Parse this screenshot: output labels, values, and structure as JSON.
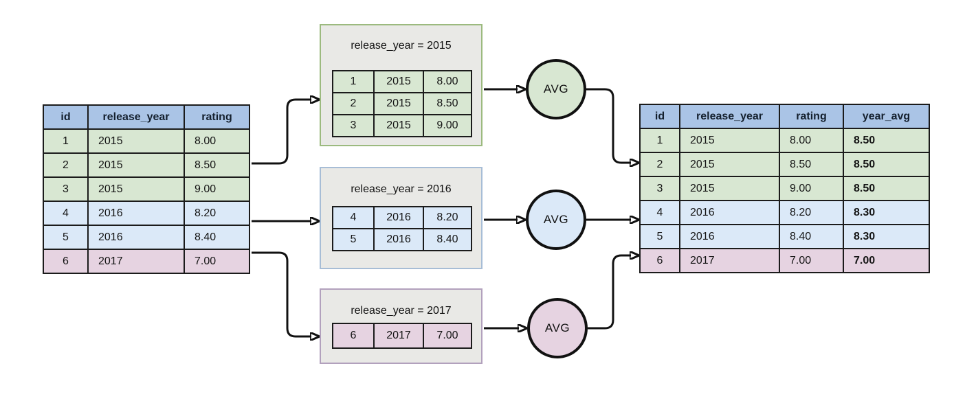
{
  "source_table": {
    "headers": [
      "id",
      "release_year",
      "rating"
    ],
    "rows": [
      [
        "1",
        "2015",
        "8.00"
      ],
      [
        "2",
        "2015",
        "8.50"
      ],
      [
        "3",
        "2015",
        "9.00"
      ],
      [
        "4",
        "2016",
        "8.20"
      ],
      [
        "5",
        "2016",
        "8.40"
      ],
      [
        "6",
        "2017",
        "7.00"
      ]
    ]
  },
  "partitions": [
    {
      "label": "release_year = 2015",
      "rows": [
        [
          "1",
          "2015",
          "8.00"
        ],
        [
          "2",
          "2015",
          "8.50"
        ],
        [
          "3",
          "2015",
          "9.00"
        ]
      ]
    },
    {
      "label": "release_year = 2016",
      "rows": [
        [
          "4",
          "2016",
          "8.20"
        ],
        [
          "5",
          "2016",
          "8.40"
        ]
      ]
    },
    {
      "label": "release_year = 2017",
      "rows": [
        [
          "6",
          "2017",
          "7.00"
        ]
      ]
    }
  ],
  "operators": {
    "avg_label": "AVG"
  },
  "result_table": {
    "headers": [
      "id",
      "release_year",
      "rating",
      "year_avg"
    ],
    "rows": [
      [
        "1",
        "2015",
        "8.00",
        "8.50"
      ],
      [
        "2",
        "2015",
        "8.50",
        "8.50"
      ],
      [
        "3",
        "2015",
        "9.00",
        "8.50"
      ],
      [
        "4",
        "2016",
        "8.20",
        "8.30"
      ],
      [
        "5",
        "2016",
        "8.40",
        "8.30"
      ],
      [
        "6",
        "2017",
        "7.00",
        "7.00"
      ]
    ]
  },
  "colors": {
    "header_fill": "#aac4e6",
    "year_2015_fill": "#d8e7d2",
    "year_2016_fill": "#dbe9f8",
    "year_2017_fill": "#e6d3e1",
    "partition_box_fill": "#e9e9e6",
    "partition_border_2015": "#9cba7f",
    "partition_border_2016": "#a7bdd6",
    "partition_border_2017": "#b2a1bd",
    "line_color": "#111111"
  }
}
